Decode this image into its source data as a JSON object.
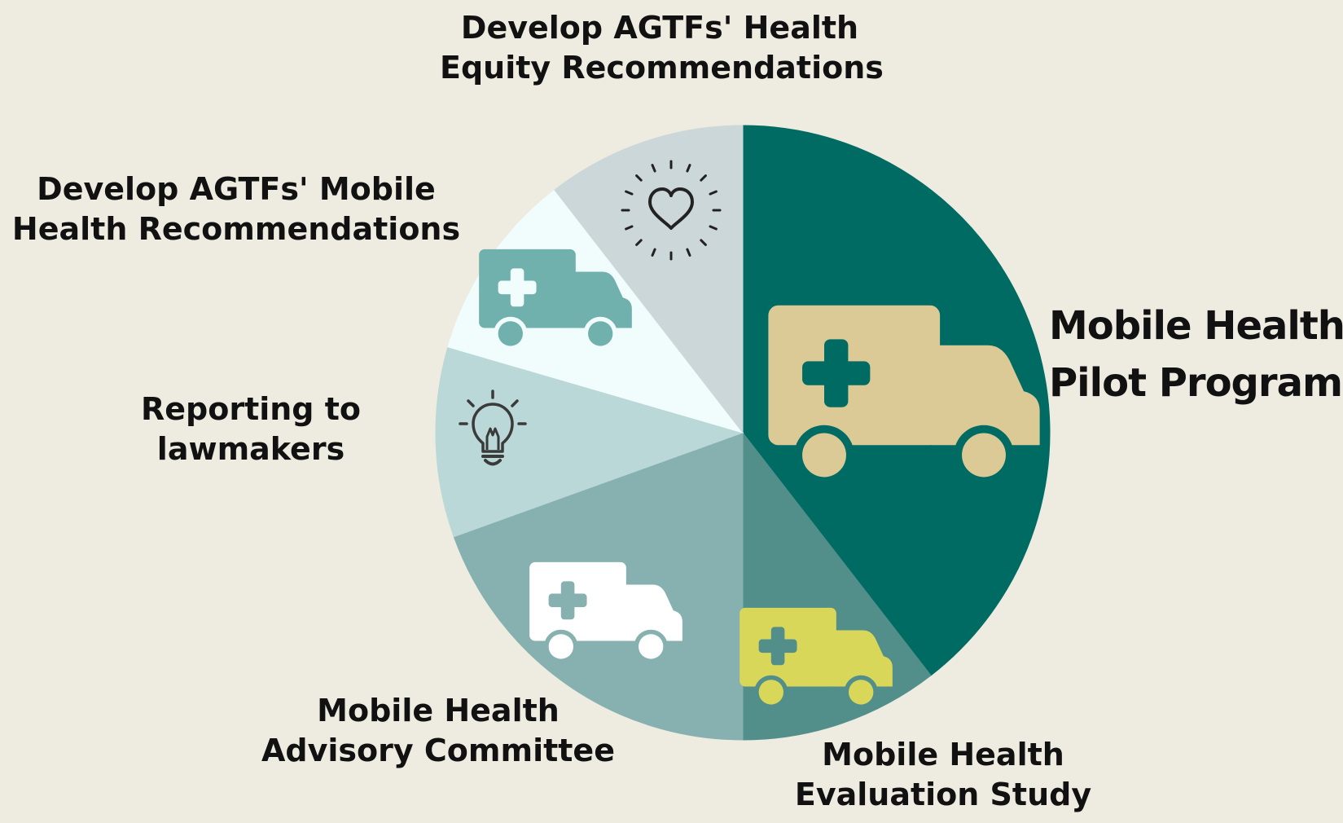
{
  "chart_data": {
    "type": "pie",
    "slices": [
      {
        "label_lines": [
          "Mobile Health",
          "Pilot Program"
        ],
        "value": 39.5,
        "color": "#006b63",
        "icon": "ambulance-icon",
        "icon_color": "#dcca96"
      },
      {
        "label_lines": [
          "Mobile Health",
          "Evaluation Study"
        ],
        "value": 10.5,
        "color": "#528f8b",
        "icon": "ambulance-icon",
        "icon_color": "#d9d75a"
      },
      {
        "label_lines": [
          "Mobile Health",
          "Advisory Committee"
        ],
        "value": 19.5,
        "color": "#86b1b0",
        "icon": "ambulance-icon",
        "icon_color": "#ffffff"
      },
      {
        "label_lines": [
          "Reporting to",
          "lawmakers"
        ],
        "value": 10,
        "color": "#b9d8d7",
        "icon": "lightbulb-icon",
        "icon_color": "#3a3a3a"
      },
      {
        "label_lines": [
          "Develop AGTFs' Mobile",
          "Health Recommendations"
        ],
        "value": 10,
        "color": "#f1fdfd",
        "icon": "ambulance-icon",
        "icon_color": "#71b1ad"
      },
      {
        "label_lines": [
          "Develop AGTFs' Health",
          "Equity Recommendations"
        ],
        "value": 10.5,
        "color": "#ccd7d9",
        "icon": "heart-icon",
        "icon_color": "#222222"
      }
    ]
  }
}
